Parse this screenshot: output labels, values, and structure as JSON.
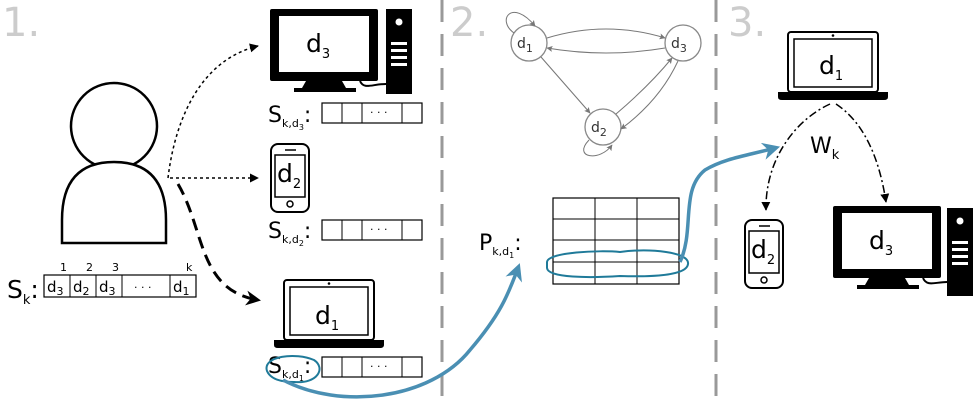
{
  "steps": [
    "1.",
    "2.",
    "3."
  ],
  "sequence": {
    "label": "S",
    "label_sub": "k",
    "items": [
      "d",
      "d",
      "d",
      "· · ·",
      "d"
    ],
    "item_subs": [
      "3",
      "2",
      "3",
      "",
      "1"
    ],
    "indices": [
      "1",
      "2",
      "3",
      "",
      "k"
    ]
  },
  "devices": {
    "d3": {
      "label": "d",
      "sub": "3"
    },
    "d2": {
      "label": "d",
      "sub": "2"
    },
    "d1": {
      "label": "d",
      "sub": "1"
    }
  },
  "subsequences": {
    "s_d3": {
      "label": "S",
      "sub": "k,d",
      "subsub": "3",
      "dots": "· · ·"
    },
    "s_d2": {
      "label": "S",
      "sub": "k,d",
      "subsub": "2",
      "dots": "· · ·"
    },
    "s_d1": {
      "label": "S",
      "sub": "k,d",
      "subsub": "1",
      "dots": "· · ·"
    }
  },
  "markov": {
    "nodes": [
      {
        "label": "d",
        "sub": "1"
      },
      {
        "label": "d",
        "sub": "3"
      },
      {
        "label": "d",
        "sub": "2"
      }
    ]
  },
  "matrix": {
    "label": "P",
    "sub": "k,d",
    "subsub": "1"
  },
  "weights": {
    "label": "W",
    "sub": "k"
  },
  "colors": {
    "accent": "#4a8fb3",
    "circle": "#1f7a99",
    "gray": "#999999",
    "step": "#cccccc"
  }
}
